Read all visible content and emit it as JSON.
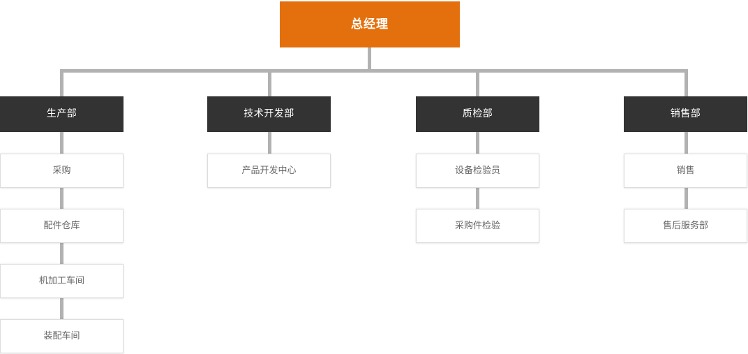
{
  "chart_data": {
    "type": "diagram",
    "diagram_kind": "organization-chart",
    "title": "",
    "orientation": "top-down",
    "colors": {
      "root_background": "#e3700c",
      "root_text": "#ffffff",
      "department_background": "#333333",
      "department_text": "#ffffff",
      "unit_background": "#ffffff",
      "unit_text": "#666666",
      "unit_border": "#dddddd",
      "connector": "#b2b2b2",
      "page_background": "#ffffff"
    },
    "nodes": [
      {
        "id": "root",
        "label": "总经理",
        "level": 0,
        "parent": null
      },
      {
        "id": "d1",
        "label": "生产部",
        "level": 1,
        "parent": "root"
      },
      {
        "id": "d2",
        "label": "技术开发部",
        "level": 1,
        "parent": "root"
      },
      {
        "id": "d3",
        "label": "质检部",
        "level": 1,
        "parent": "root"
      },
      {
        "id": "d4",
        "label": "销售部",
        "level": 1,
        "parent": "root"
      },
      {
        "id": "d1u1",
        "label": "采购",
        "level": 2,
        "parent": "d1"
      },
      {
        "id": "d1u2",
        "label": "配件仓库",
        "level": 2,
        "parent": "d1"
      },
      {
        "id": "d1u3",
        "label": "机加工车间",
        "level": 2,
        "parent": "d1"
      },
      {
        "id": "d1u4",
        "label": "装配车间",
        "level": 2,
        "parent": "d1"
      },
      {
        "id": "d2u1",
        "label": "产品开发中心",
        "level": 2,
        "parent": "d2"
      },
      {
        "id": "d3u1",
        "label": "设备检验员",
        "level": 2,
        "parent": "d3"
      },
      {
        "id": "d3u2",
        "label": "采购件检验",
        "level": 2,
        "parent": "d3"
      },
      {
        "id": "d4u1",
        "label": "销售",
        "level": 2,
        "parent": "d4"
      },
      {
        "id": "d4u2",
        "label": "售后服务部",
        "level": 2,
        "parent": "d4"
      }
    ]
  },
  "chart": {
    "root": {
      "label": "总经理"
    },
    "columns": [
      {
        "department": "生产部",
        "units": [
          "采购",
          "配件仓库",
          "机加工车间",
          "装配车间"
        ]
      },
      {
        "department": "技术开发部",
        "units": [
          "产品开发中心"
        ]
      },
      {
        "department": "质检部",
        "units": [
          "设备检验员",
          "采购件检验"
        ]
      },
      {
        "department": "销售部",
        "units": [
          "销售",
          "售后服务部"
        ]
      }
    ]
  }
}
